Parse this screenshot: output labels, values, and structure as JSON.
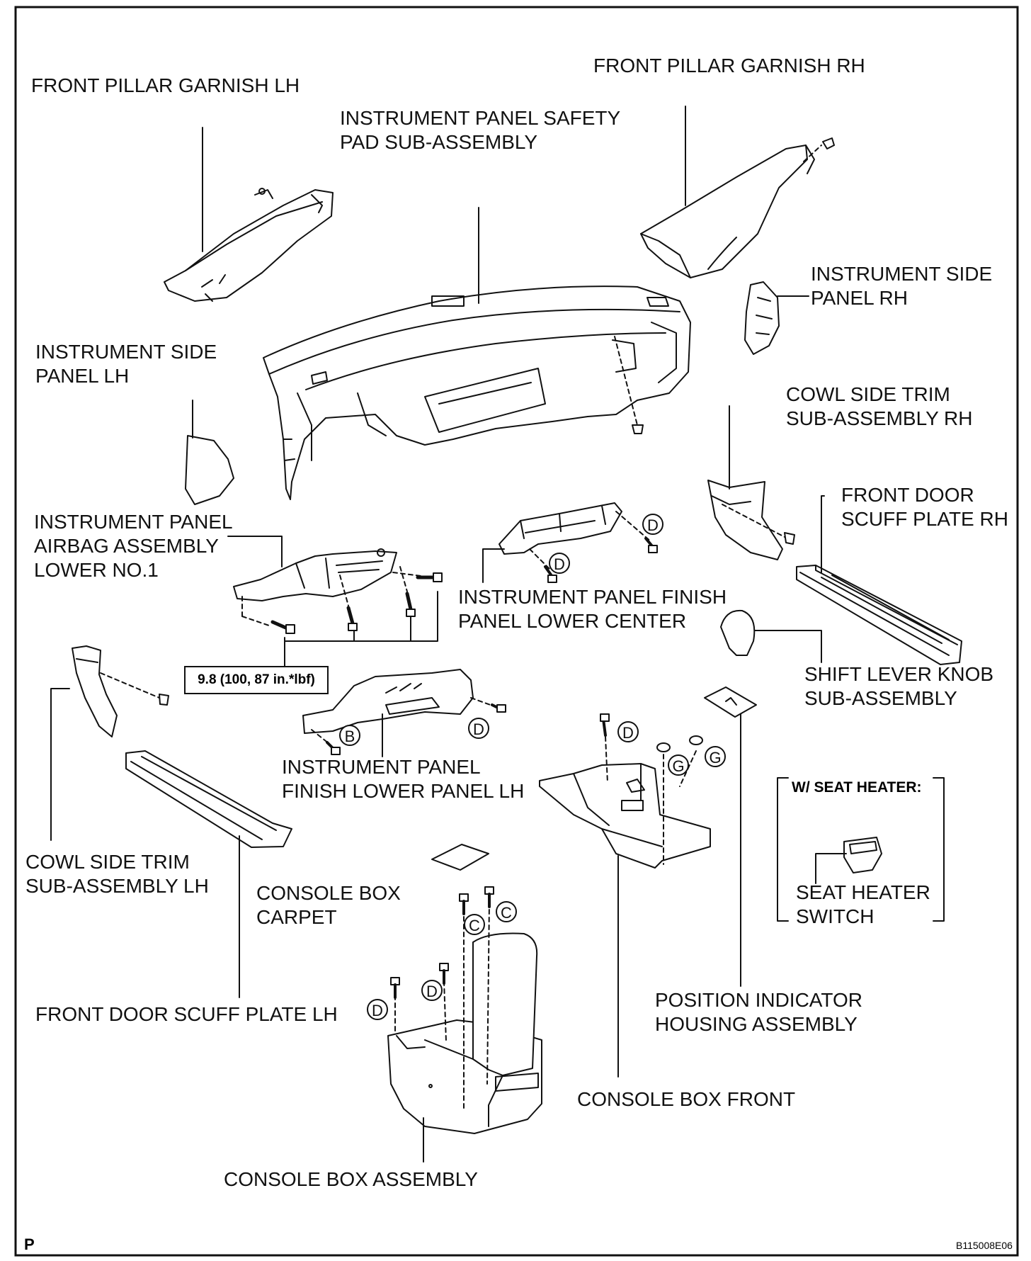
{
  "labels": {
    "front_pillar_garnish_lh": [
      "FRONT PILLAR GARNISH LH"
    ],
    "front_pillar_garnish_rh": [
      "FRONT PILLAR GARNISH RH"
    ],
    "safety_pad": [
      "INSTRUMENT PANEL SAFETY",
      "PAD SUB-ASSEMBLY"
    ],
    "side_panel_rh": [
      "INSTRUMENT SIDE",
      "PANEL RH"
    ],
    "side_panel_lh": [
      "INSTRUMENT SIDE",
      "PANEL LH"
    ],
    "cowl_side_rh": [
      "COWL SIDE TRIM",
      "SUB-ASSEMBLY RH"
    ],
    "scuff_plate_rh": [
      "FRONT DOOR",
      "SCUFF PLATE RH"
    ],
    "airbag_lower": [
      "INSTRUMENT PANEL",
      "AIRBAG ASSEMBLY",
      "LOWER NO.1"
    ],
    "finish_lower_center": [
      "INSTRUMENT PANEL FINISH",
      "PANEL LOWER CENTER"
    ],
    "shift_knob": [
      "SHIFT LEVER KNOB",
      "SUB-ASSEMBLY"
    ],
    "finish_lower_lh": [
      "INSTRUMENT PANEL",
      "FINISH LOWER PANEL LH"
    ],
    "cowl_side_lh": [
      "COWL SIDE TRIM",
      "SUB-ASSEMBLY LH"
    ],
    "console_carpet": [
      "CONSOLE BOX",
      "CARPET"
    ],
    "seat_heater_switch": [
      "SEAT HEATER",
      "SWITCH"
    ],
    "scuff_plate_lh": [
      "FRONT DOOR SCUFF PLATE LH"
    ],
    "position_indicator": [
      "POSITION INDICATOR",
      "HOUSING ASSEMBLY"
    ],
    "console_front": [
      "CONSOLE BOX FRONT"
    ],
    "console_assembly": [
      "CONSOLE BOX ASSEMBLY"
    ]
  },
  "torque_spec": "9.8 (100, 87 in.*lbf)",
  "inset_title": "W/ SEAT HEATER:",
  "fastener_codes": {
    "b": "B",
    "c": "C",
    "d": "D",
    "g": "G"
  },
  "corner_mark": "P",
  "figure_code": "B115008E06"
}
